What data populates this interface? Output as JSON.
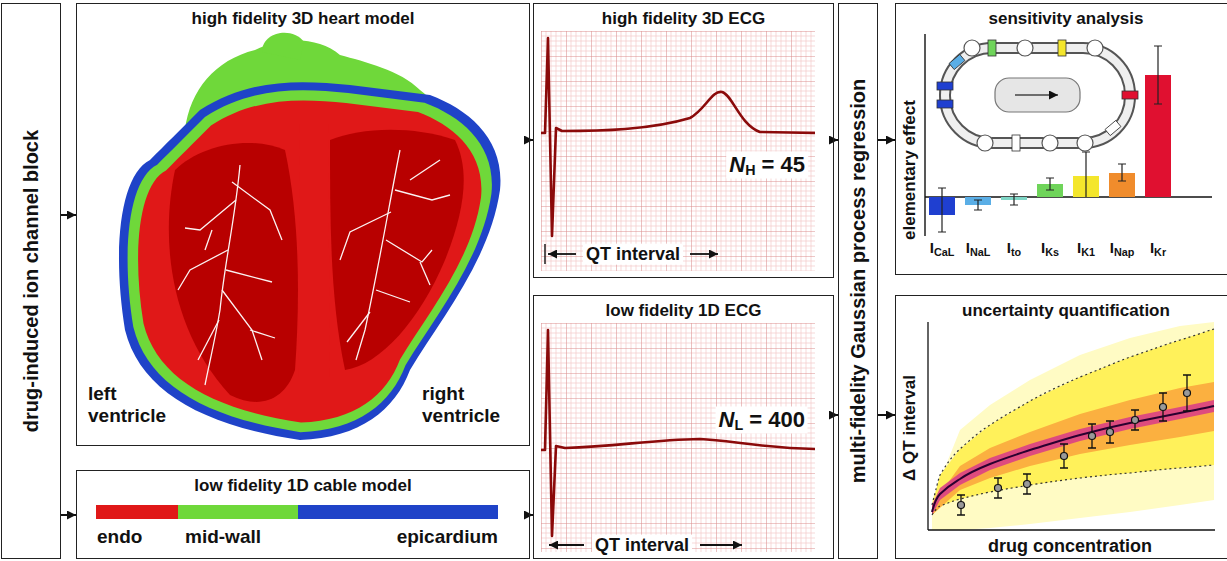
{
  "diagram": {
    "nodes": [
      {
        "text": [
          "drug-induced ion channel block"
        ]
      },
      {
        "text": [
          "high fidelity 3D heart model"
        ]
      },
      {
        "text": [
          "low fidelity 1D cable model"
        ]
      },
      {
        "text": [
          "high fidelity 3D ECG"
        ]
      },
      {
        "text": [
          "low fidelity 1D ECG"
        ]
      },
      {
        "text": [
          "multi-fidelity Gaussian process regression"
        ]
      },
      {
        "text": [
          "sensitivity analysis"
        ]
      },
      {
        "text": [
          "uncertainty quantification"
        ]
      }
    ],
    "edges": [
      {
        "from": 0,
        "to": 1,
        "arrow": "to"
      },
      {
        "from": 0,
        "to": 2,
        "arrow": "to"
      },
      {
        "from": 1,
        "to": 3,
        "arrow": "to"
      },
      {
        "from": 2,
        "to": 4,
        "arrow": "to"
      },
      {
        "from": 3,
        "to": 5,
        "arrow": "to"
      },
      {
        "from": 4,
        "to": 5,
        "arrow": "to"
      },
      {
        "from": 5,
        "to": 6,
        "arrow": "to"
      },
      {
        "from": 5,
        "to": 7,
        "arrow": "to"
      }
    ],
    "labels": [
      "left ventricle",
      "right ventricle",
      "endo",
      "mid-wall",
      "epicardium",
      "QT interval",
      "NH = 45",
      "QT interval",
      "NL = 400",
      "elementary effect",
      "ICaL",
      "INaL",
      "Ito",
      "IKs",
      "IK1",
      "INap",
      "IKr",
      "Δ QT interval",
      "drug concentration"
    ]
  }
}
